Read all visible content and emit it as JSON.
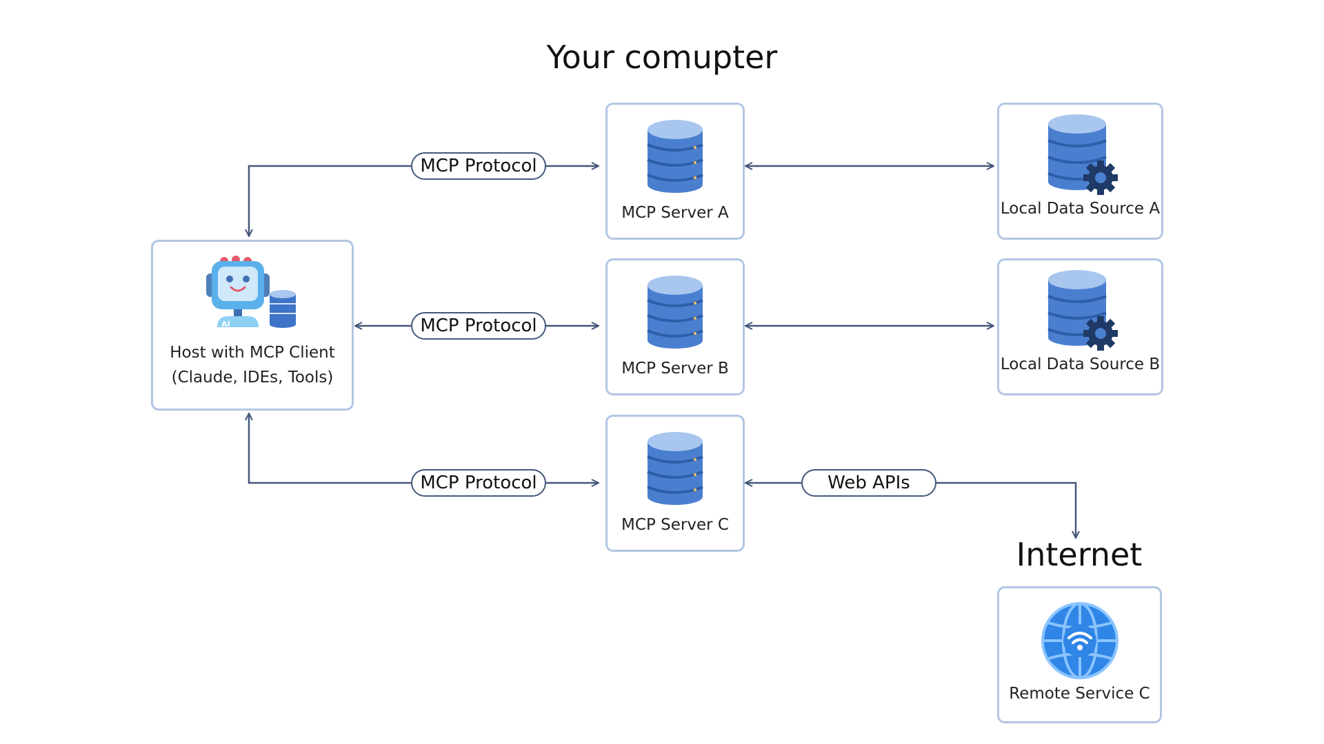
{
  "titles": {
    "computer": "Your comupter",
    "internet": "Internet"
  },
  "nodes": {
    "host": {
      "label_line1": "Host with MCP Client",
      "label_line2": "(Claude, IDEs, Tools)",
      "icon": "robot-ai-icon"
    },
    "server_a": {
      "label": "MCP Server A",
      "icon": "database-icon"
    },
    "server_b": {
      "label": "MCP Server B",
      "icon": "database-icon"
    },
    "server_c": {
      "label": "MCP Server C",
      "icon": "database-icon"
    },
    "source_a": {
      "label": "Local Data Source A",
      "icon": "database-gear-icon"
    },
    "source_b": {
      "label": "Local Data Source B",
      "icon": "database-gear-icon"
    },
    "remote_c": {
      "label": "Remote Service C",
      "icon": "globe-wifi-icon"
    }
  },
  "edges": {
    "host_server_a": "MCP Protocol",
    "host_server_b": "MCP Protocol",
    "host_server_c": "MCP Protocol",
    "server_c_internet": "Web APIs"
  },
  "colors": {
    "arrow": "#43577a",
    "box_border": "#b2c6e4",
    "db_blue": "#4a7fd0",
    "db_light": "#a9c6ef"
  }
}
